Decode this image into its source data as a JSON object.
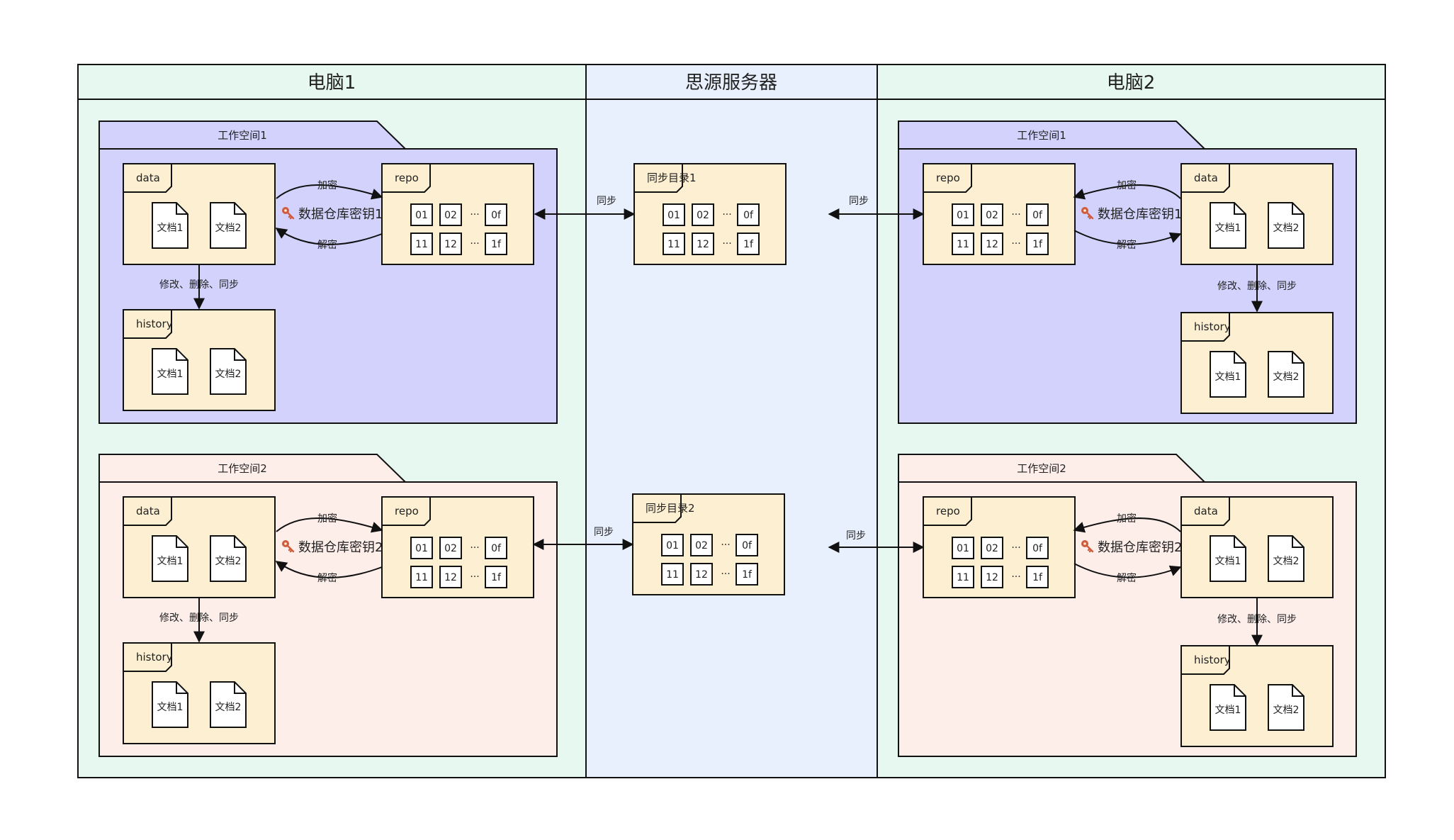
{
  "columns": {
    "pc1_title": "电脑1",
    "server_title": "思源服务器",
    "pc2_title": "电脑2"
  },
  "workspaces": {
    "ws1_title": "工作空间1",
    "ws2_title": "工作空间2"
  },
  "folders": {
    "data": "data",
    "repo": "repo",
    "history": "history",
    "sync_dir1": "同步目录1",
    "sync_dir2": "同步目录2"
  },
  "docs": {
    "doc1": "文档1",
    "doc2": "文档2"
  },
  "repo_cells": {
    "row1": [
      "01",
      "02",
      "···",
      "0f"
    ],
    "row2": [
      "11",
      "12",
      "···",
      "1f"
    ]
  },
  "edges": {
    "encrypt": "加密",
    "decrypt": "解密",
    "sync": "同步",
    "modify": "修改、删除、同步",
    "key1": "数据仓库密钥1",
    "key2": "数据仓库密钥2"
  },
  "colors": {
    "pc_bg": "#e6f8ef",
    "server_bg": "#e8f0fd",
    "ws1_bg": "#d2d2fd",
    "ws2_bg": "#fdeeea",
    "folder_bg": "#fdf0d2",
    "key_color": "#d05c3e"
  }
}
